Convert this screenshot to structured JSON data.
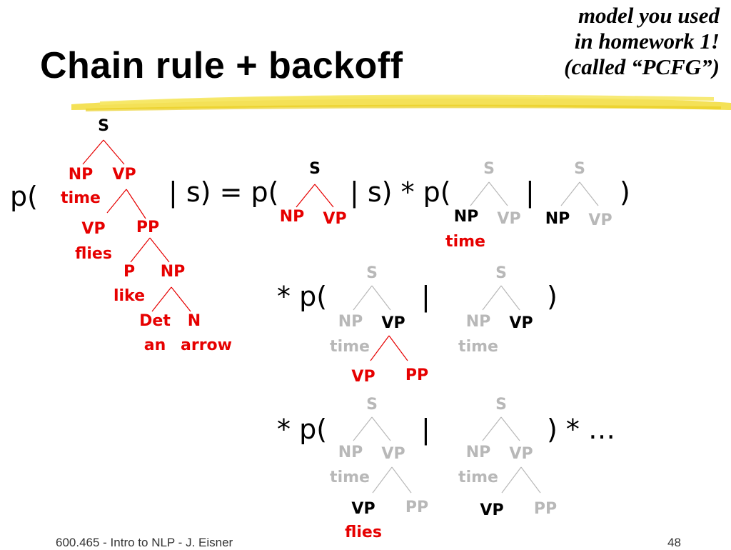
{
  "slide": {
    "title": "Chain rule + backoff",
    "note_lines": [
      "model you used",
      "in homework 1!",
      "(called “PCFG”)"
    ],
    "footer": "600.465 - Intro to NLP - J. Eisner",
    "page_number": "48"
  },
  "colors": {
    "red": "#e60000",
    "black": "#000000",
    "gray": "#b8b8b8",
    "highlighter": "#f2dc3a"
  },
  "equation": {
    "line1": {
      "p_open": "p(",
      "given_s_equals": "| s) = p(",
      "given_s_times": "| s) * p(",
      "bar": "|",
      "close": ")"
    },
    "line2": {
      "times_p": "* p(",
      "bar": "|",
      "close": ")"
    },
    "line3": {
      "times_p": "* p(",
      "bar": "|",
      "close": ") * …"
    }
  },
  "trees": {
    "full": {
      "S": "S",
      "NP": "NP",
      "time": "time",
      "VP": "VP",
      "VP2": "VP",
      "flies": "flies",
      "PP": "PP",
      "P": "P",
      "like": "like",
      "NP2": "NP",
      "Det": "Det",
      "an": "an",
      "N": "N",
      "arrow": "arrow"
    },
    "rule1": {
      "S": "S",
      "NP": "NP",
      "VP": "VP"
    },
    "rule2_event": {
      "S": "S",
      "NP": "NP",
      "time": "time",
      "VP": "VP"
    },
    "rule2_context": {
      "S": "S",
      "NP": "NP",
      "VP": "VP"
    },
    "rule3_event": {
      "S": "S",
      "NP": "NP",
      "time": "time",
      "VP": "VP",
      "VP2": "VP",
      "PP": "PP"
    },
    "rule3_context": {
      "S": "S",
      "NP": "NP",
      "time": "time",
      "VP": "VP"
    },
    "rule4_event": {
      "S": "S",
      "NP": "NP",
      "time": "time",
      "VP": "VP",
      "VP2": "VP",
      "flies": "flies",
      "PP": "PP"
    },
    "rule4_context": {
      "S": "S",
      "NP": "NP",
      "time": "time",
      "VP": "VP",
      "VP2": "VP",
      "PP": "PP"
    }
  }
}
